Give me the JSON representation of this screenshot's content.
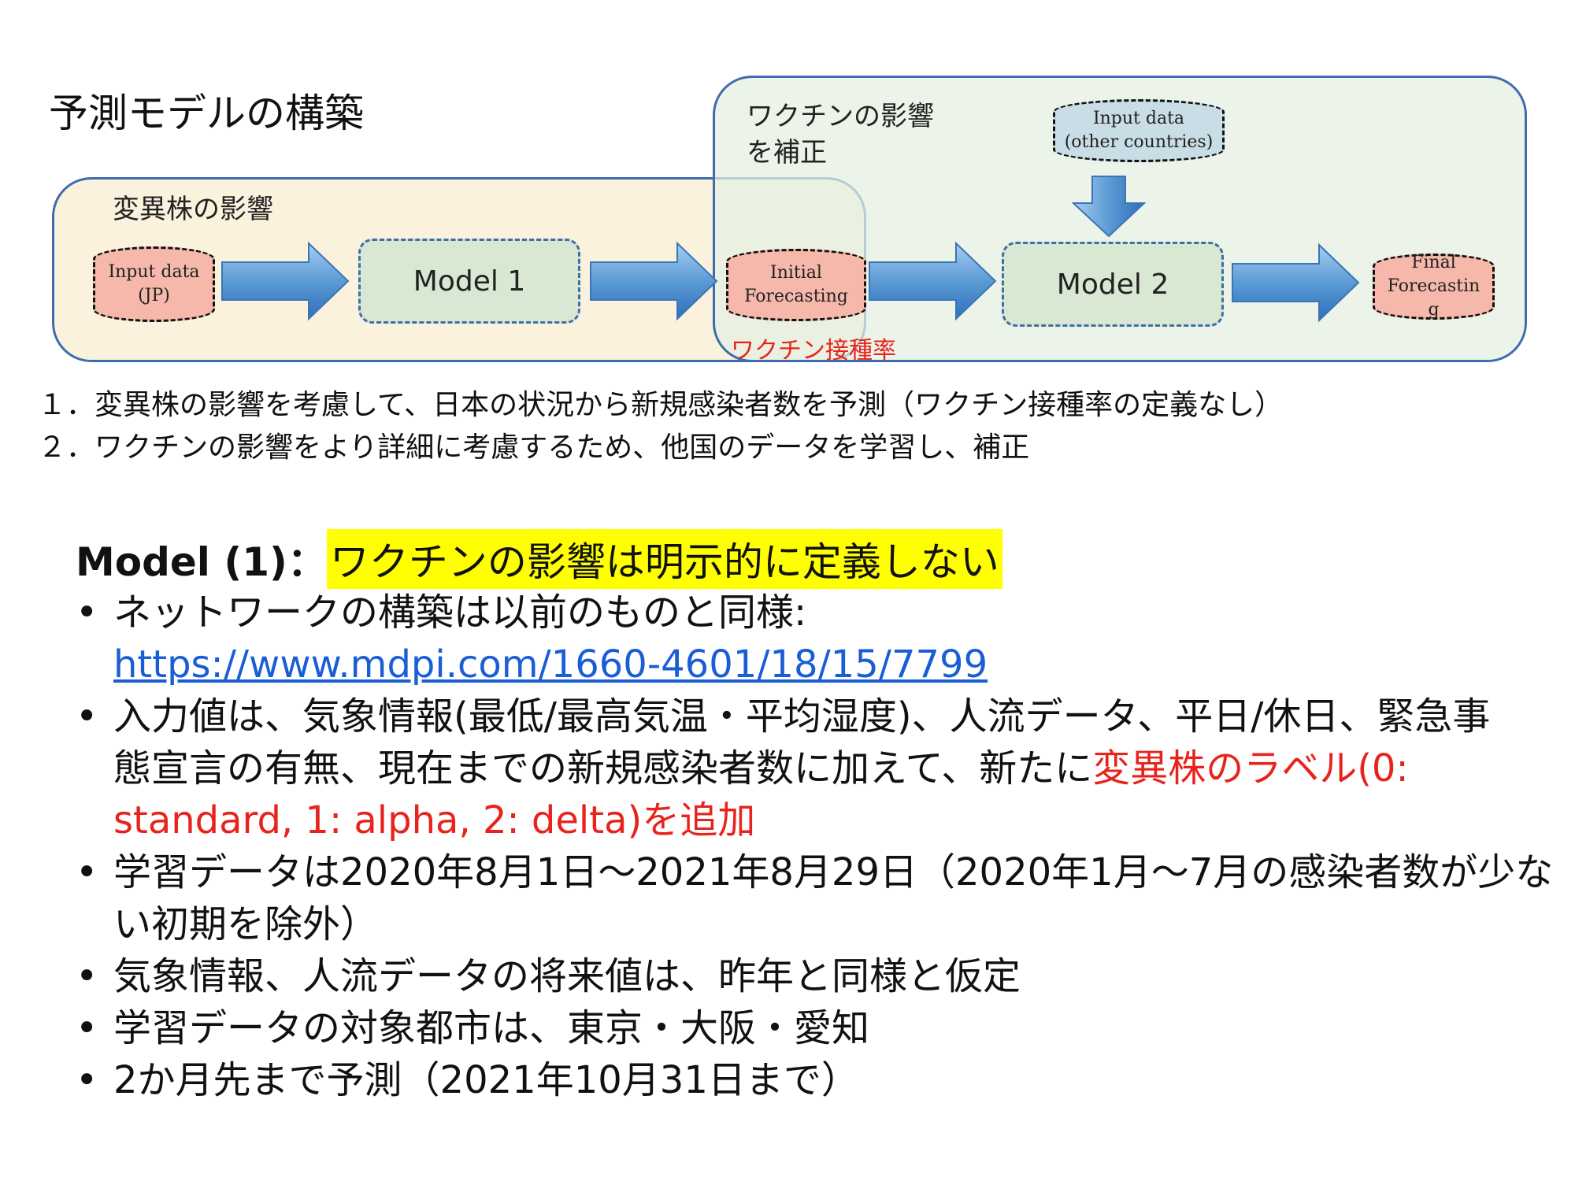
{
  "title": "予測モデルの構築",
  "diagram": {
    "left_panel_label": "変異株の影響",
    "right_panel_label": "ワクチンの影響\nを補正",
    "input_jp": "Input data\n(JP)",
    "model1": "Model 1",
    "initial_forecasting": "Initial\nForecasting",
    "input_other": "Input data\n(other countries)",
    "model2": "Model 2",
    "final_forecasting": "Final\nForecastin\ng",
    "vaccine_rate": "ワクチン接種率",
    "colors": {
      "panel_border": "#3d6db0",
      "arrow": "#5b9bd5",
      "red": "#e8231c",
      "highlight": "#ffff00",
      "link": "#1a5ed6"
    }
  },
  "notes": [
    "１．変異株の影響を考慮して、日本の状況から新規感染者数を予測（ワクチン接種率の定義なし）",
    "２．ワクチンの影響をより詳細に考慮するため、他国のデータを学習し、補正"
  ],
  "model1": {
    "label": "Model (1)：",
    "highlight": "ワクチンの影響は明示的に定義しない",
    "b1_text": "ネットワークの構築は以前のものと同様:",
    "b1_link": "https://www.mdpi.com/1660-4601/18/15/7799",
    "b2_text": "入力値は、気象情報(最低/最高気温・平均湿度)、人流データ、平日/休日、緊急事態宣言の有無、現在までの新規感染者数に加えて、新たに",
    "b2_red": "変異株のラベル(0: standard, 1: alpha, 2: delta)を追加",
    "b3": "学習データは2020年8月1日～2021年8月29日（2020年1月～7月の感染者数が少ない初期を除外）",
    "b4": "気象情報、人流データの将来値は、昨年と同様と仮定",
    "b5": "学習データの対象都市は、東京・大阪・愛知",
    "b6": "2か月先まで予測（2021年10月31日まで）"
  }
}
